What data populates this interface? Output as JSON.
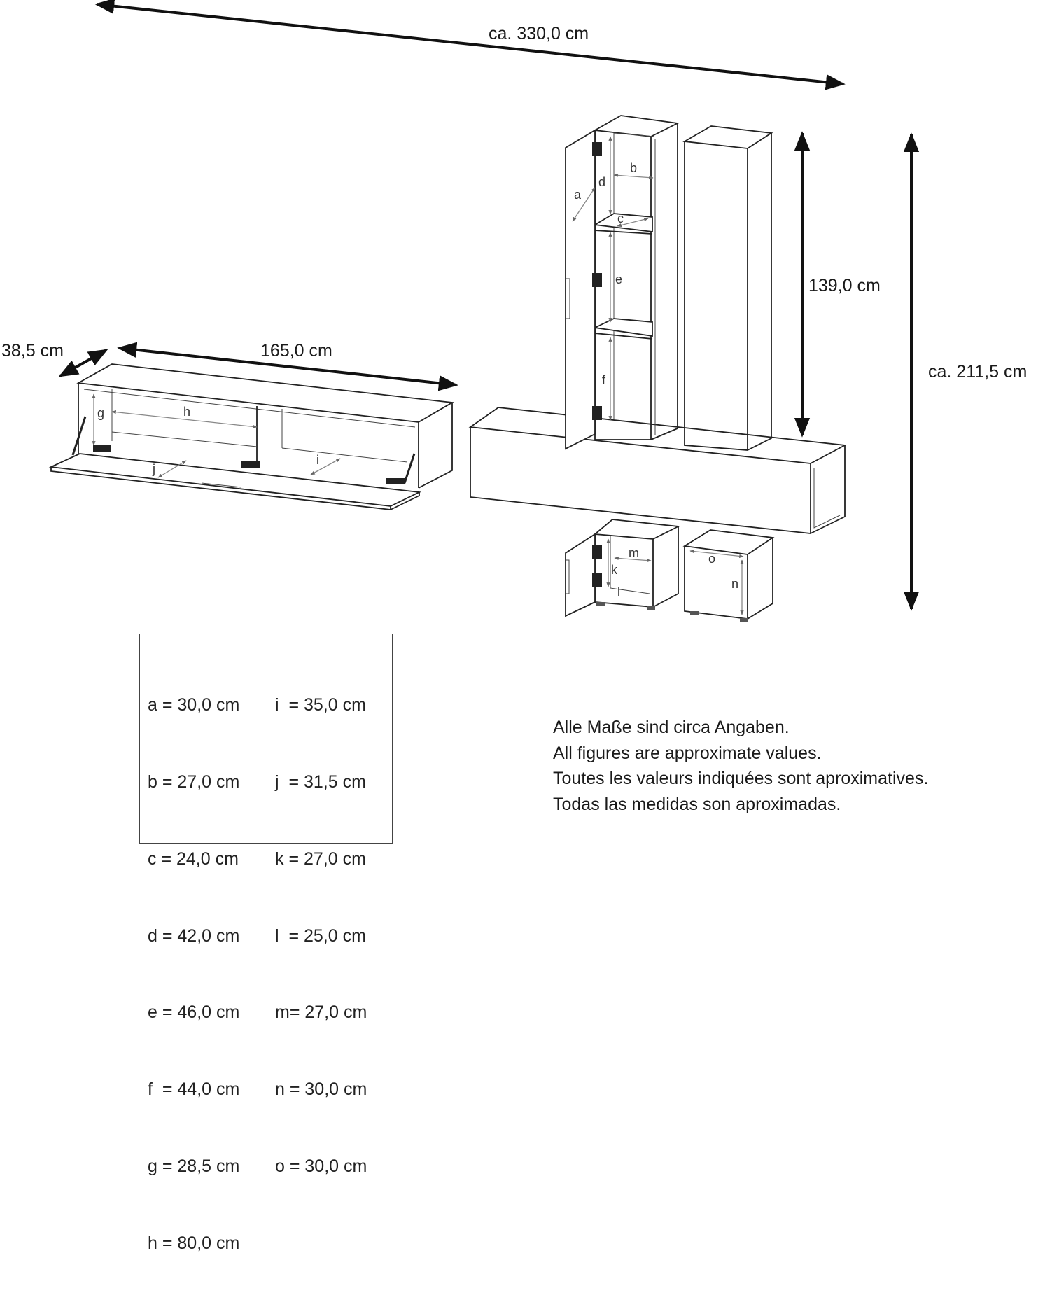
{
  "dimensions": {
    "total_width": "ca. 330,0 cm",
    "depth": "38,5 cm",
    "lowboard_width": "165,0 cm",
    "cabinet_height": "139,0 cm",
    "total_height": "ca. 211,5 cm"
  },
  "part_labels": [
    "a",
    "b",
    "c",
    "d",
    "e",
    "f",
    "g",
    "h",
    "i",
    "j",
    "k",
    "l",
    "m",
    "n",
    "o"
  ],
  "legend": {
    "left": [
      "a = 30,0 cm",
      "b = 27,0 cm",
      "c = 24,0 cm",
      "d = 42,0 cm",
      "e = 46,0 cm",
      "f  = 44,0 cm",
      "g = 28,5 cm",
      "h = 80,0 cm"
    ],
    "right": [
      "i  = 35,0 cm",
      "j  = 31,5 cm",
      "k = 27,0 cm",
      "l  = 25,0 cm",
      "m= 27,0 cm",
      "n = 30,0 cm",
      "o = 30,0 cm"
    ]
  },
  "notes": [
    "Alle Maße sind circa Angaben.",
    "All figures are approximate values.",
    "Toutes les valeurs indiquées sont aproximatives.",
    "Todas las medidas son aproximadas."
  ]
}
